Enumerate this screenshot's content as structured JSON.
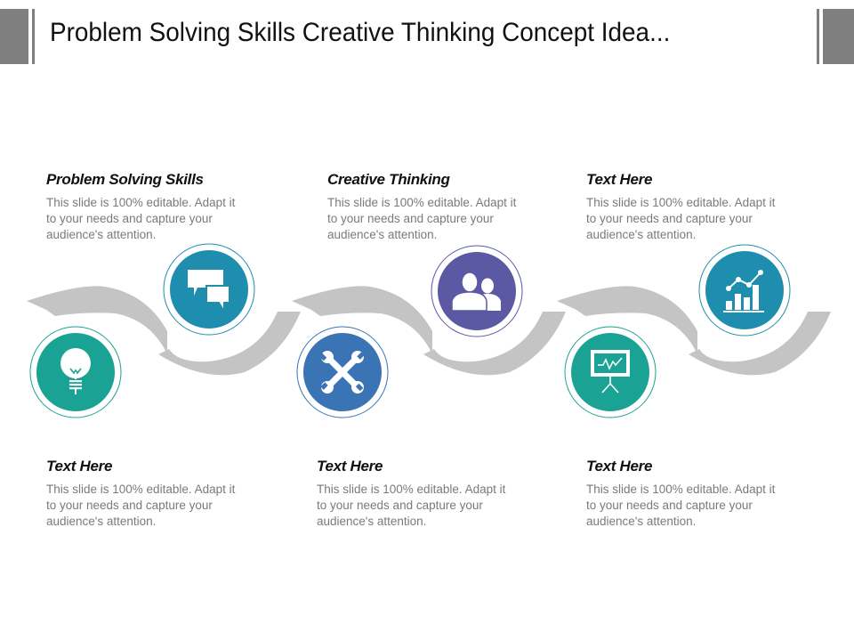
{
  "title": "Problem Solving Skills Creative Thinking Concept Idea...",
  "colors": {
    "header_bar": "#7f7f7f",
    "arrow": "#c4c4c4",
    "teal": "#1aa394",
    "blue_teal": "#1f8eae",
    "steel_blue": "#3a74b4",
    "purple": "#5b59a4"
  },
  "top_blocks": [
    {
      "heading": "Problem Solving Skills",
      "body": "This slide is 100% editable. Adapt it to your needs and capture your audience's attention."
    },
    {
      "heading": "Creative Thinking",
      "body": "This slide is 100% editable. Adapt it to your needs and capture your audience's attention."
    },
    {
      "heading": "Text Here",
      "body": "This slide is 100% editable. Adapt it to your needs and capture your audience's attention."
    }
  ],
  "bottom_blocks": [
    {
      "heading": "Text Here",
      "body": "This slide is 100% editable. Adapt it to your needs and capture your audience's attention."
    },
    {
      "heading": "Text Here",
      "body": "This slide is 100% editable. Adapt it to your needs and capture your audience's attention."
    },
    {
      "heading": "Text Here",
      "body": "This slide is 100% editable. Adapt it to your needs and capture your audience's attention."
    }
  ],
  "icons": [
    {
      "name": "lightbulb-icon",
      "color": "teal"
    },
    {
      "name": "chat-bubbles-icon",
      "color": "blue_teal"
    },
    {
      "name": "wrenches-icon",
      "color": "steel_blue"
    },
    {
      "name": "users-icon",
      "color": "purple"
    },
    {
      "name": "presentation-board-icon",
      "color": "teal"
    },
    {
      "name": "bar-chart-icon",
      "color": "blue_teal"
    }
  ]
}
